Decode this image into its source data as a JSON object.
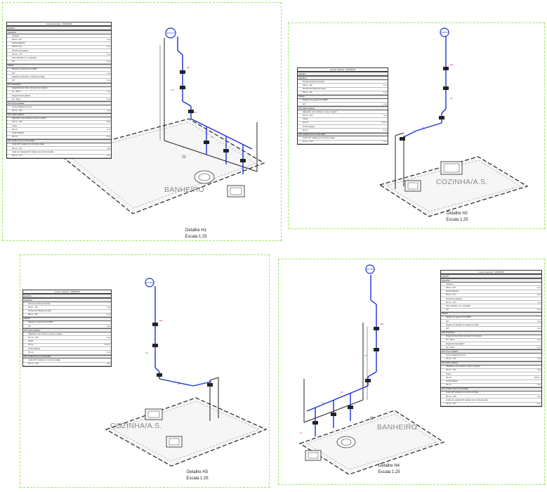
{
  "panels": [
    {
      "table_title": "Lista de materiais - SUPERIOR",
      "table_header": "Aparelho",
      "sections": [
        {
          "name": "Aparelhos",
          "rows": [
            {
              "item": "Chuveiro",
              "qty": ""
            },
            {
              "item": "25mm x 3/4\"",
              "qty": "1 pç"
            },
            {
              "item": "Ducha higiênica",
              "qty": ""
            },
            {
              "item": "25mm x 1/2\"",
              "qty": "1 pç"
            },
            {
              "item": "Torneira de lavatório",
              "qty": ""
            },
            {
              "item": "20 mm - 1/2\"",
              "qty": "1 pç"
            },
            {
              "item": "Vaso Sanitário c/ cx. acoplada",
              "qty": ""
            },
            {
              "item": "1/2\"",
              "qty": "1 pç"
            }
          ]
        },
        {
          "name": "Válvula",
          "rows": [
            {
              "item": "Registro de gaveta bruto ABNT",
              "qty": ""
            },
            {
              "item": "3/4\"",
              "qty": "1 pç"
            },
            {
              "item": "Registro de pressão c/ canopla cromada",
              "qty": ""
            },
            {
              "item": "3/4\"",
              "qty": "1 pç"
            }
          ]
        },
        {
          "name": "PVC Acessórios",
          "rows": [
            {
              "item": "Engate flexível cobre cromado com canopla",
              "qty": ""
            },
            {
              "item": "1/2 - 30cm",
              "qty": "1 pç"
            },
            {
              "item": "Engate flexível plástico",
              "qty": ""
            },
            {
              "item": "1/2 - 30cm",
              "qty": "1 pç"
            }
          ]
        },
        {
          "name": "PVC Curva soldável",
          "rows": [
            {
              "item": "Curva soldável 90 curva",
              "qty": ""
            },
            {
              "item": "25 mm - 3/4\"",
              "qty": "1 pç"
            }
          ]
        },
        {
          "name": "PVC rígido soldável",
          "rows": [
            {
              "item": "Adaptador curto c/bolsa e rosca p/ registro",
              "qty": ""
            },
            {
              "item": "25 mm - 3/4\"",
              "qty": "5 pç"
            },
            {
              "item": "Tubos",
              "qty": ""
            },
            {
              "item": "25 mm",
              "qty": "6 m"
            },
            {
              "item": "Tê 90 soldável",
              "qty": ""
            },
            {
              "item": "25 mm",
              "qty": "2 pç"
            }
          ]
        },
        {
          "name": "PVC soldável azul c/ bucha latão",
          "rows": [
            {
              "item": "Joelho 90° soldável com bucha de latão",
              "qty": ""
            },
            {
              "item": "25 mm - 3/4\"",
              "qty": "2 pç"
            },
            {
              "item": "Joelho de redução 90° soldável com bucha de latão",
              "qty": ""
            },
            {
              "item": "25 mm - 1/2\"",
              "qty": "1 pç"
            }
          ]
        }
      ],
      "room": "BANHEIRO",
      "caption_title": "Detalhe H1",
      "caption_scale": "Escala 1:25"
    },
    {
      "table_title": "Lista de materiais - SUPERIOR",
      "table_header": "Aparelho",
      "sections": [
        {
          "name": "Aparelhos",
          "rows": [
            {
              "item": "Torneira de Pia de Cozinha",
              "qty": ""
            },
            {
              "item": "25mm - 3/4\"",
              "qty": "1 pç"
            },
            {
              "item": "Torneira de Tanque de Lavar",
              "qty": ""
            },
            {
              "item": "25mm - 3/4\"",
              "qty": "1 pç"
            }
          ]
        },
        {
          "name": "Válvula",
          "rows": [
            {
              "item": "Registro de gaveta bruto ABNT",
              "qty": ""
            },
            {
              "item": "3/4\"",
              "qty": "1 pç"
            }
          ]
        },
        {
          "name": "PVC rígido soldável",
          "rows": [
            {
              "item": "Adaptador curto c/bolsa e rosca p/ registro",
              "qty": ""
            },
            {
              "item": "25 mm - 3/4\"",
              "qty": "3 pç"
            },
            {
              "item": "Tubos",
              "qty": ""
            },
            {
              "item": "25 mm",
              "qty": "7,27 m"
            },
            {
              "item": "Tê 90 soldável",
              "qty": ""
            },
            {
              "item": "25 mm",
              "qty": "1 pç"
            }
          ]
        },
        {
          "name": "PVC soldável azul c/ bucha latão",
          "rows": [
            {
              "item": "Joelho 90° soldável com bucha de latão",
              "qty": ""
            },
            {
              "item": "25 mm - 3/4\"",
              "qty": "2 pç"
            }
          ]
        }
      ],
      "room": "COZINHA/A.S.",
      "caption_title": "Detalhe H2",
      "caption_scale": "Escala 1:25"
    },
    {
      "table_title": "Lista de materiais - SUPERIOR",
      "table_header": "Aparelho",
      "sections": [
        {
          "name": "Aparelhos",
          "rows": [
            {
              "item": "Torneira de Pia de Cozinha",
              "qty": ""
            },
            {
              "item": "25mm - 3/4\"",
              "qty": "1 pç"
            },
            {
              "item": "Torneira de Tanque de Lavar",
              "qty": ""
            },
            {
              "item": "25mm - 3/4\"",
              "qty": "1 pç"
            }
          ]
        },
        {
          "name": "Válvula",
          "rows": [
            {
              "item": "Registro de gaveta bruto ABNT",
              "qty": ""
            },
            {
              "item": "3/4\"",
              "qty": "1 pç"
            }
          ]
        },
        {
          "name": "PVC rígido soldável",
          "rows": [
            {
              "item": "Adaptador curto c/bolsa e rosca p/ registro",
              "qty": ""
            },
            {
              "item": "25 mm - 3/4\"",
              "qty": "3 pç"
            },
            {
              "item": "Tubos",
              "qty": ""
            },
            {
              "item": "25 mm",
              "qty": "6,14 m"
            },
            {
              "item": "Tê 90 soldável",
              "qty": ""
            },
            {
              "item": "25 mm",
              "qty": "1 pç"
            }
          ]
        },
        {
          "name": "PVC soldável azul c/ bucha latão",
          "rows": [
            {
              "item": "Joelho 90° soldável com bucha de latão",
              "qty": ""
            },
            {
              "item": "25 mm - 3/4\"",
              "qty": "2 pç"
            }
          ]
        }
      ],
      "room": "COZINHA/A.S.",
      "caption_title": "Detalhe H3",
      "caption_scale": "Escala 1:25"
    },
    {
      "table_title": "Lista de materiais - SUPERIOR",
      "table_header": "Aparelho",
      "sections": [
        {
          "name": "Aparelhos",
          "rows": [
            {
              "item": "Chuveiro",
              "qty": ""
            },
            {
              "item": "25mm x 3/4\"",
              "qty": "1 pç"
            },
            {
              "item": "Ducha higiênica",
              "qty": ""
            },
            {
              "item": "25mm x 1/2\"",
              "qty": "1 pç"
            },
            {
              "item": "Torneira de lavatório",
              "qty": ""
            },
            {
              "item": "20 mm - 1/2\"",
              "qty": "1 pç"
            },
            {
              "item": "Vaso Sanitário c/ cx. acoplada",
              "qty": ""
            },
            {
              "item": "1/2\"",
              "qty": "1 pç"
            }
          ]
        },
        {
          "name": "Válvula",
          "rows": [
            {
              "item": "Registro de gaveta bruto ABNT",
              "qty": ""
            },
            {
              "item": "3/4\"",
              "qty": "1 pç"
            },
            {
              "item": "Registro de pressão c/ canopla cromada",
              "qty": ""
            },
            {
              "item": "3/4\"",
              "qty": "1 pç"
            }
          ]
        },
        {
          "name": "PVC Acessórios",
          "rows": [
            {
              "item": "Engate flexível cobre cromado com canopla",
              "qty": ""
            },
            {
              "item": "1/2 - 30cm",
              "qty": "1 pç"
            },
            {
              "item": "Engate flexível plástico",
              "qty": ""
            },
            {
              "item": "1/2 - 30cm",
              "qty": "1 pç"
            }
          ]
        },
        {
          "name": "PVC Curva soldável",
          "rows": [
            {
              "item": "Curva soldável 90 curva",
              "qty": ""
            },
            {
              "item": "25 mm - 3/4\"",
              "qty": "1 pç"
            }
          ]
        },
        {
          "name": "PVC rígido soldável",
          "rows": [
            {
              "item": "Adaptador curto c/bolsa e rosca p/ registro",
              "qty": ""
            },
            {
              "item": "25 mm - 3/4\"",
              "qty": "5 pç"
            },
            {
              "item": "Tubos",
              "qty": ""
            },
            {
              "item": "25 mm",
              "qty": "10,67 m"
            },
            {
              "item": "Tê 90 soldável",
              "qty": ""
            },
            {
              "item": "25 mm",
              "qty": "2 pç"
            }
          ]
        },
        {
          "name": "PVC soldável azul c/ bucha latão",
          "rows": [
            {
              "item": "Joelho 90° soldável com bucha de latão",
              "qty": ""
            },
            {
              "item": "25 mm - 3/4\"",
              "qty": "2 pç"
            },
            {
              "item": "Joelho de redução 90° soldável com bucha de latão",
              "qty": ""
            },
            {
              "item": "25 mm - 1/2\"",
              "qty": "1 pç"
            }
          ]
        }
      ],
      "room": "BANHEIRO",
      "caption_title": "Detalhe H4",
      "caption_scale": "Escala 1:25"
    }
  ],
  "colors": {
    "frame_dash": "#9ee65a",
    "pipe": "#1a2fd6",
    "riser_badge": "#1a2fd6",
    "label_magenta": "#d400b8",
    "label_green": "#12a43a",
    "wall": "#222222",
    "dimension": "#333333"
  }
}
